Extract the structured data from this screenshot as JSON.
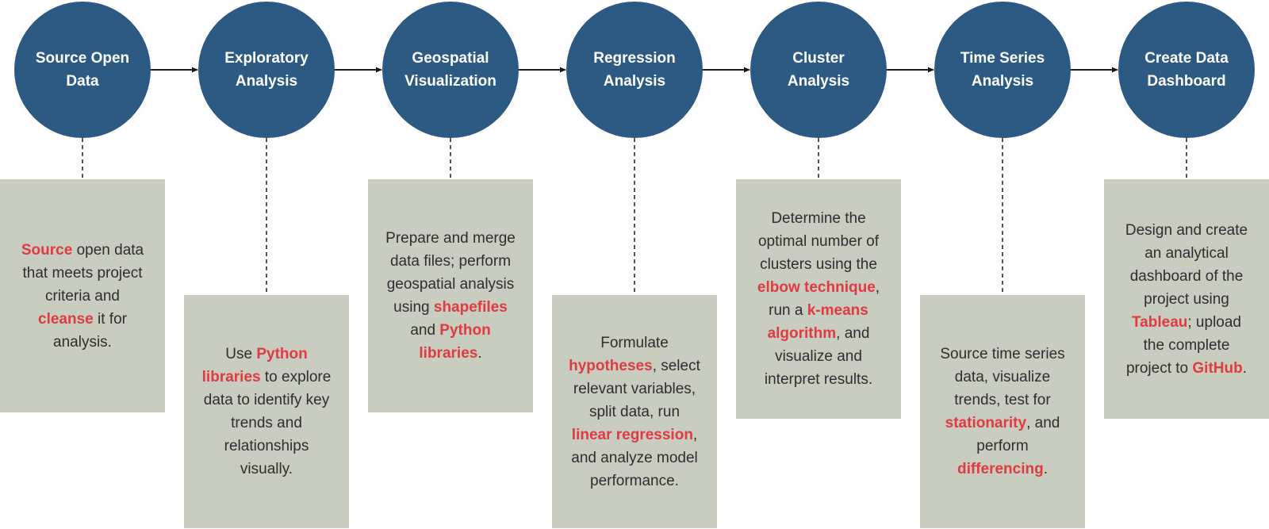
{
  "diagram": {
    "accent_color": "#e03a42",
    "circle_color": "#2d5a82",
    "box_color": "#c8cdc0",
    "steps": [
      {
        "title": "Source Open Data",
        "description": [
          {
            "text": "Source",
            "highlight": true
          },
          {
            "text": " open data that meets project criteria and "
          },
          {
            "text": "cleanse",
            "highlight": true
          },
          {
            "text": " it for analysis."
          }
        ]
      },
      {
        "title": "Exploratory Analysis",
        "description": [
          {
            "text": "Use "
          },
          {
            "text": "Python libraries",
            "highlight": true
          },
          {
            "text": " to explore data to identify key trends and relationships visually."
          }
        ]
      },
      {
        "title": "Geospatial Visualization",
        "description": [
          {
            "text": "Prepare and merge data files; perform geospatial analysis using "
          },
          {
            "text": "shapefiles",
            "highlight": true
          },
          {
            "text": " and "
          },
          {
            "text": "Python libraries",
            "highlight": true
          },
          {
            "text": "."
          }
        ]
      },
      {
        "title": "Regression Analysis",
        "description": [
          {
            "text": "Formulate "
          },
          {
            "text": "hypotheses",
            "highlight": true
          },
          {
            "text": ", select relevant variables, split data, run "
          },
          {
            "text": "linear regression",
            "highlight": true
          },
          {
            "text": ", and analyze model performance."
          }
        ]
      },
      {
        "title": "Cluster Analysis",
        "description": [
          {
            "text": "Determine the optimal number of clusters using the "
          },
          {
            "text": "elbow technique",
            "highlight": true
          },
          {
            "text": ", run a "
          },
          {
            "text": "k-means algorithm",
            "highlight": true
          },
          {
            "text": ", and visualize and interpret results."
          }
        ]
      },
      {
        "title": "Time Series Analysis",
        "description": [
          {
            "text": "Source time series data, visualize trends, test for "
          },
          {
            "text": "stationarity",
            "highlight": true
          },
          {
            "text": ", and perform "
          },
          {
            "text": "differencing",
            "highlight": true
          },
          {
            "text": "."
          }
        ]
      },
      {
        "title": "Create Data Dashboard",
        "description": [
          {
            "text": "Design and create an analytical dashboard of the project using "
          },
          {
            "text": "Tableau",
            "highlight": true
          },
          {
            "text": "; upload the complete project to "
          },
          {
            "text": "GitHub",
            "highlight": true
          },
          {
            "text": "."
          }
        ]
      }
    ]
  }
}
